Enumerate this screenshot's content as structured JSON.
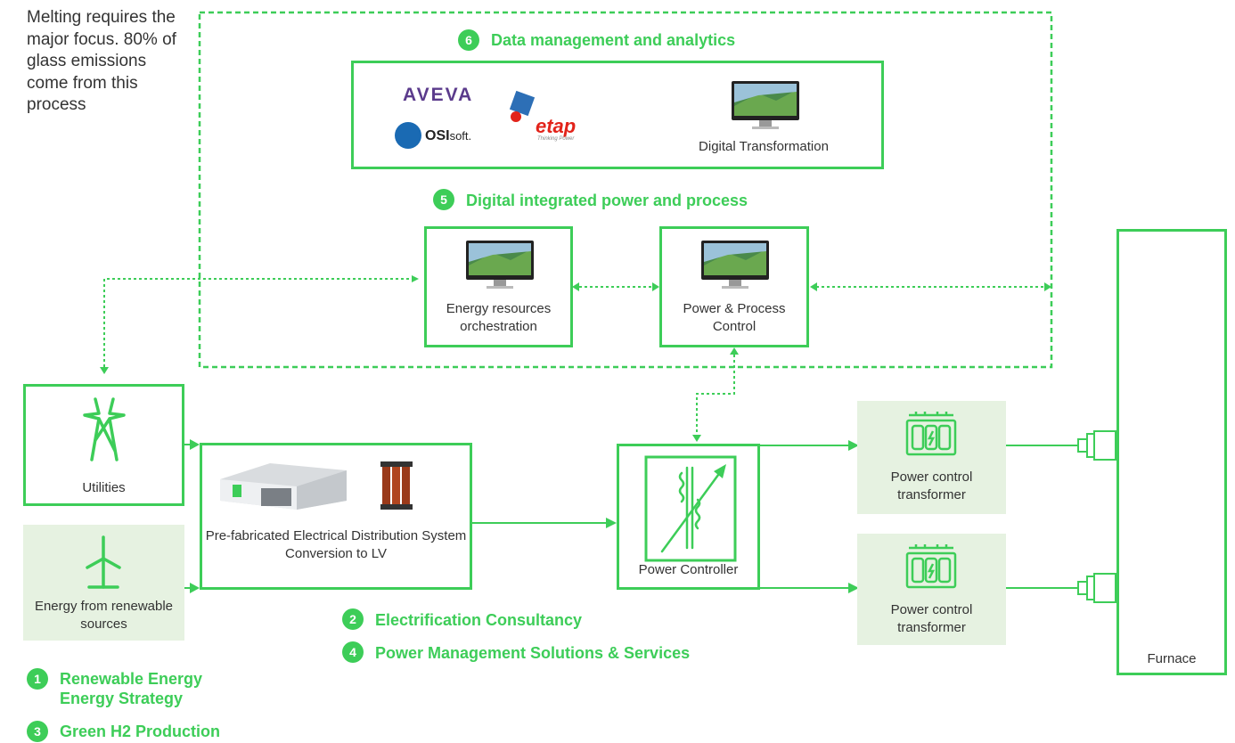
{
  "note": "Melting requires the major focus. 80% of glass emissions come from this process",
  "services": {
    "s6": {
      "num": "6",
      "label": "Data management and analytics"
    },
    "s5": {
      "num": "5",
      "label": "Digital integrated power and process"
    },
    "s2": {
      "num": "2",
      "label": "Electrification Consultancy"
    },
    "s4": {
      "num": "4",
      "label": "Power Management Solutions & Services"
    },
    "s1": {
      "num": "1",
      "label": "Renewable Energy Energy Strategy"
    },
    "s3": {
      "num": "3",
      "label": "Green H2 Production"
    }
  },
  "logos": {
    "aveva": "AVEVA",
    "osisoft_bold": "OSI",
    "osisoft_light": "soft.",
    "etap": "etap",
    "etap_tag": "Thinking Power"
  },
  "nodes": {
    "digital_transformation": "Digital Transformation",
    "energy_orchestration": "Energy resources orchestration",
    "power_process_control": "Power & Process Control",
    "utilities": "Utilities",
    "renewables": "Energy from renewable sources",
    "prefab": "Pre-fabricated Electrical Distribution System Conversion to LV",
    "power_controller": "Power Controller",
    "transformer_1": "Power control transformer",
    "transformer_2": "Power control transformer",
    "furnace": "Furnace"
  },
  "colors": {
    "accent": "#3dcd58",
    "shade": "#e6f2e1",
    "text": "#333333"
  }
}
